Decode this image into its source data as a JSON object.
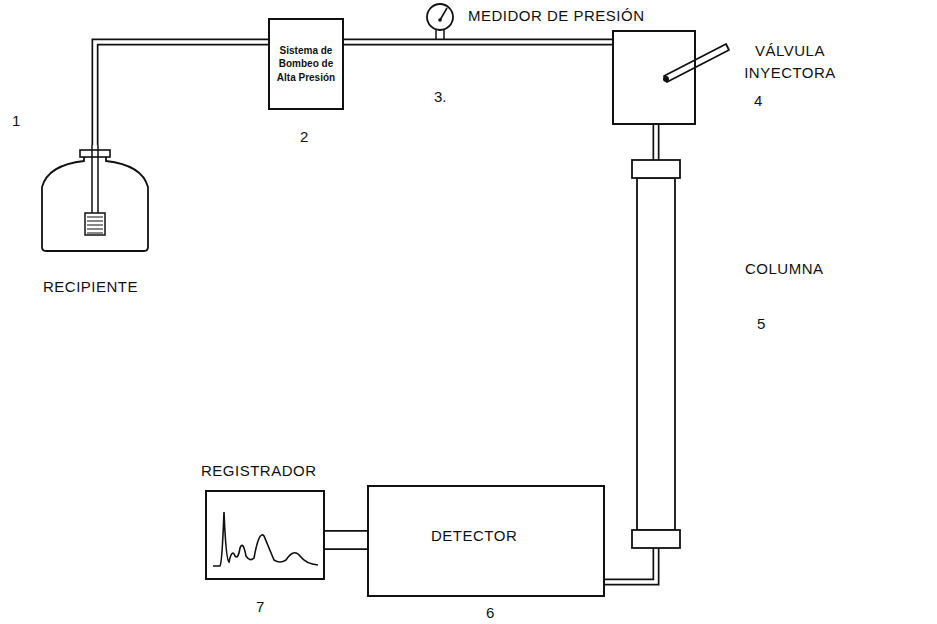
{
  "diagram": {
    "nodes": [
      {
        "text": [
          "RECIPIENTE"
        ]
      },
      {
        "text": [
          "Sistema de Bombeo de Alta Presión"
        ]
      },
      {
        "text": [
          "MEDIDOR DE PRESIÓN"
        ]
      },
      {
        "text": [
          "VÁLVULA INYECTORA"
        ]
      },
      {
        "text": [
          "COLUMNA"
        ]
      },
      {
        "text": [
          "DETECTOR"
        ]
      },
      {
        "text": [
          "REGISTRADOR"
        ]
      }
    ],
    "edges": [
      {
        "from": 0,
        "to": 1,
        "arrow": "none"
      },
      {
        "from": 1,
        "to": 3,
        "arrow": "none"
      },
      {
        "from": 3,
        "to": 4,
        "arrow": "none"
      },
      {
        "from": 4,
        "to": 5,
        "arrow": "none"
      },
      {
        "from": 5,
        "to": 6,
        "arrow": "none"
      }
    ],
    "labels": [
      "1",
      "2",
      "3.",
      "4",
      "5",
      "6",
      "7"
    ]
  }
}
